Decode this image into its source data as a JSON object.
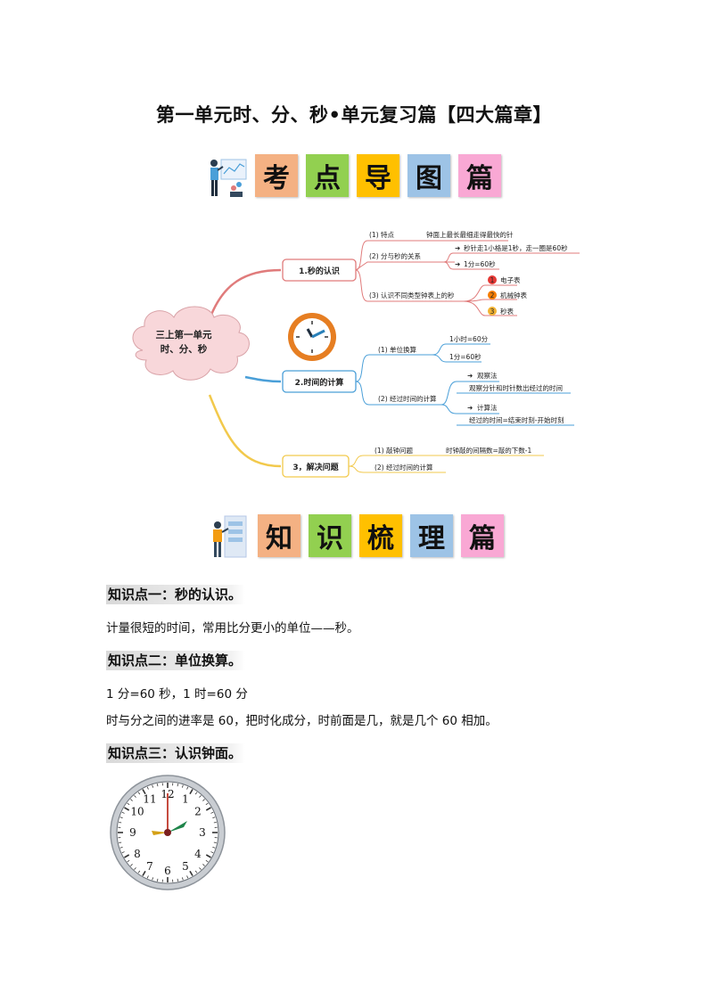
{
  "page_title": "第一单元时、分、秒•单元复习篇【四大篇章】",
  "banner1": {
    "tiles": [
      "考",
      "点",
      "导",
      "图",
      "篇"
    ]
  },
  "banner2": {
    "tiles": [
      "知",
      "识",
      "梳",
      "理",
      "篇"
    ]
  },
  "mindmap": {
    "center": [
      "三上第一单元",
      "时、分、秒"
    ],
    "branch1": {
      "label": "1.秒的认识",
      "item1": "(1) 特点",
      "item1_note": "钟面上最长最细走得最快的针",
      "item2": "(2) 分与秒的关系",
      "item2_a": "秒针走1小格是1秒，走一圈是60秒",
      "item2_b": "1分=60秒",
      "item3": "(3) 认识不同类型钟表上的秒",
      "item3_list": [
        "电子表",
        "机械钟表",
        "秒表"
      ],
      "item3_nums": [
        "1",
        "2",
        "3"
      ]
    },
    "branch2": {
      "label": "2.时间的计算",
      "item1": "(1) 单位换算",
      "item1_a": "1小时=60分",
      "item1_b": "1分=60秒",
      "item2": "(2) 经过时间的计算",
      "item2_a": "观察法",
      "item2_a_note": "观察分针和时针数出经过的时间",
      "item2_b": "计算法",
      "item2_b_note": "经过的时间=结束时刻-开始时刻"
    },
    "branch3": {
      "label": "3，解决问题",
      "item1": "(1) 敲钟问题",
      "item1_note": "时钟敲的间隔数=敲的下数-1",
      "item2": "(2) 经过时间的计算"
    },
    "colors": {
      "branch1": "#e07b7b",
      "branch2": "#4a9fd8",
      "branch3": "#f2c94c",
      "cloud": "#f8d7da"
    }
  },
  "knowledge": {
    "kp1_title": "知识点一：秒的认识。",
    "kp1_text": "计量很短的时间，常用比分更小的单位——秒。",
    "kp2_title": "知识点二：单位换算。",
    "kp2_text1": "1 分=60 秒，1 时=60 分",
    "kp2_text2": "时与分之间的进率是 60，把时化成分，时前面是几，就是几个 60 相加。",
    "kp3_title": "知识点三：认识钟面。"
  },
  "clock": {
    "numbers": [
      "12",
      "1",
      "2",
      "3",
      "4",
      "5",
      "6",
      "7",
      "8",
      "9",
      "10",
      "11"
    ],
    "time": "2:00"
  }
}
